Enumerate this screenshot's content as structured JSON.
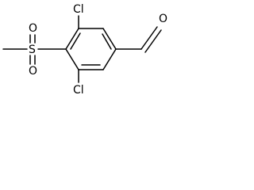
{
  "molecule": {
    "atoms": {
      "cl_top": "Cl",
      "cl_bottom": "Cl",
      "sulfur": "S",
      "oxygen_top": "O",
      "oxygen_bottom": "O",
      "oxygen_aldehyde": "O"
    }
  }
}
